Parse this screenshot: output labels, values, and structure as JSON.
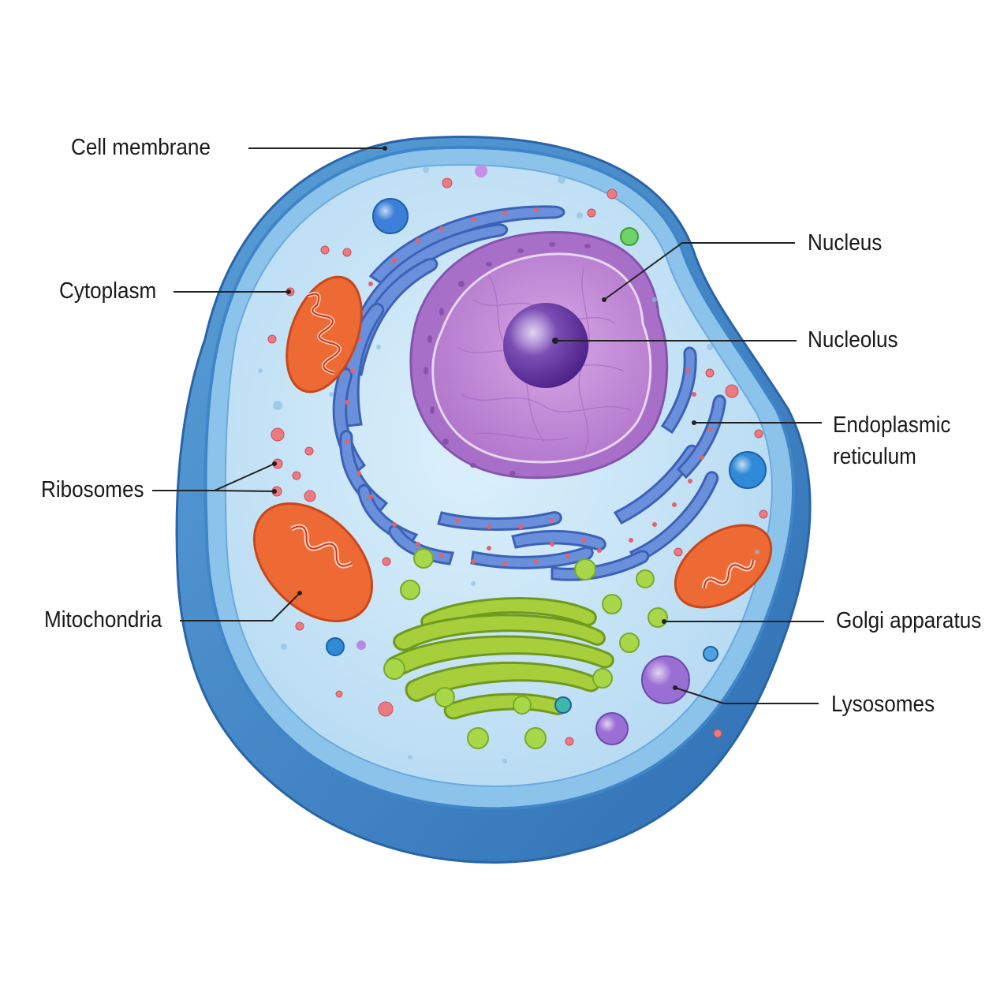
{
  "diagram": {
    "labels": {
      "cell_membrane": "Cell membrane",
      "cytoplasm": "Cytoplasm",
      "ribosomes": "Ribosomes",
      "mitochondria": "Mitochondria",
      "nucleus": "Nucleus",
      "nucleolus": "Nucleolus",
      "endoplasmic_reticulum_line1": "Endoplasmic",
      "endoplasmic_reticulum_line2": "reticulum",
      "golgi_apparatus": "Golgi apparatus",
      "lysosomes": "Lysosomes"
    },
    "colors": {
      "membrane": "#3f86c8",
      "membrane_light": "#79b4e3",
      "cytoplasm": "#cbe6f7",
      "nucleus": "#c58ad6",
      "nucleus_envelope": "#9a62bf",
      "nucleolus": "#6a37a6",
      "er": "#4f78cf",
      "mitochondria": "#e9602b",
      "mito_cristae": "#c8381a",
      "golgi": "#a6cf3b",
      "golgi_dark": "#6f9a1f",
      "vesicle_green": "#a8d84a",
      "ribosome": "#e4626a",
      "lysosome": "#9a6fd4",
      "blue_vesicle": "#2f7fd6",
      "leader": "#222222"
    }
  }
}
